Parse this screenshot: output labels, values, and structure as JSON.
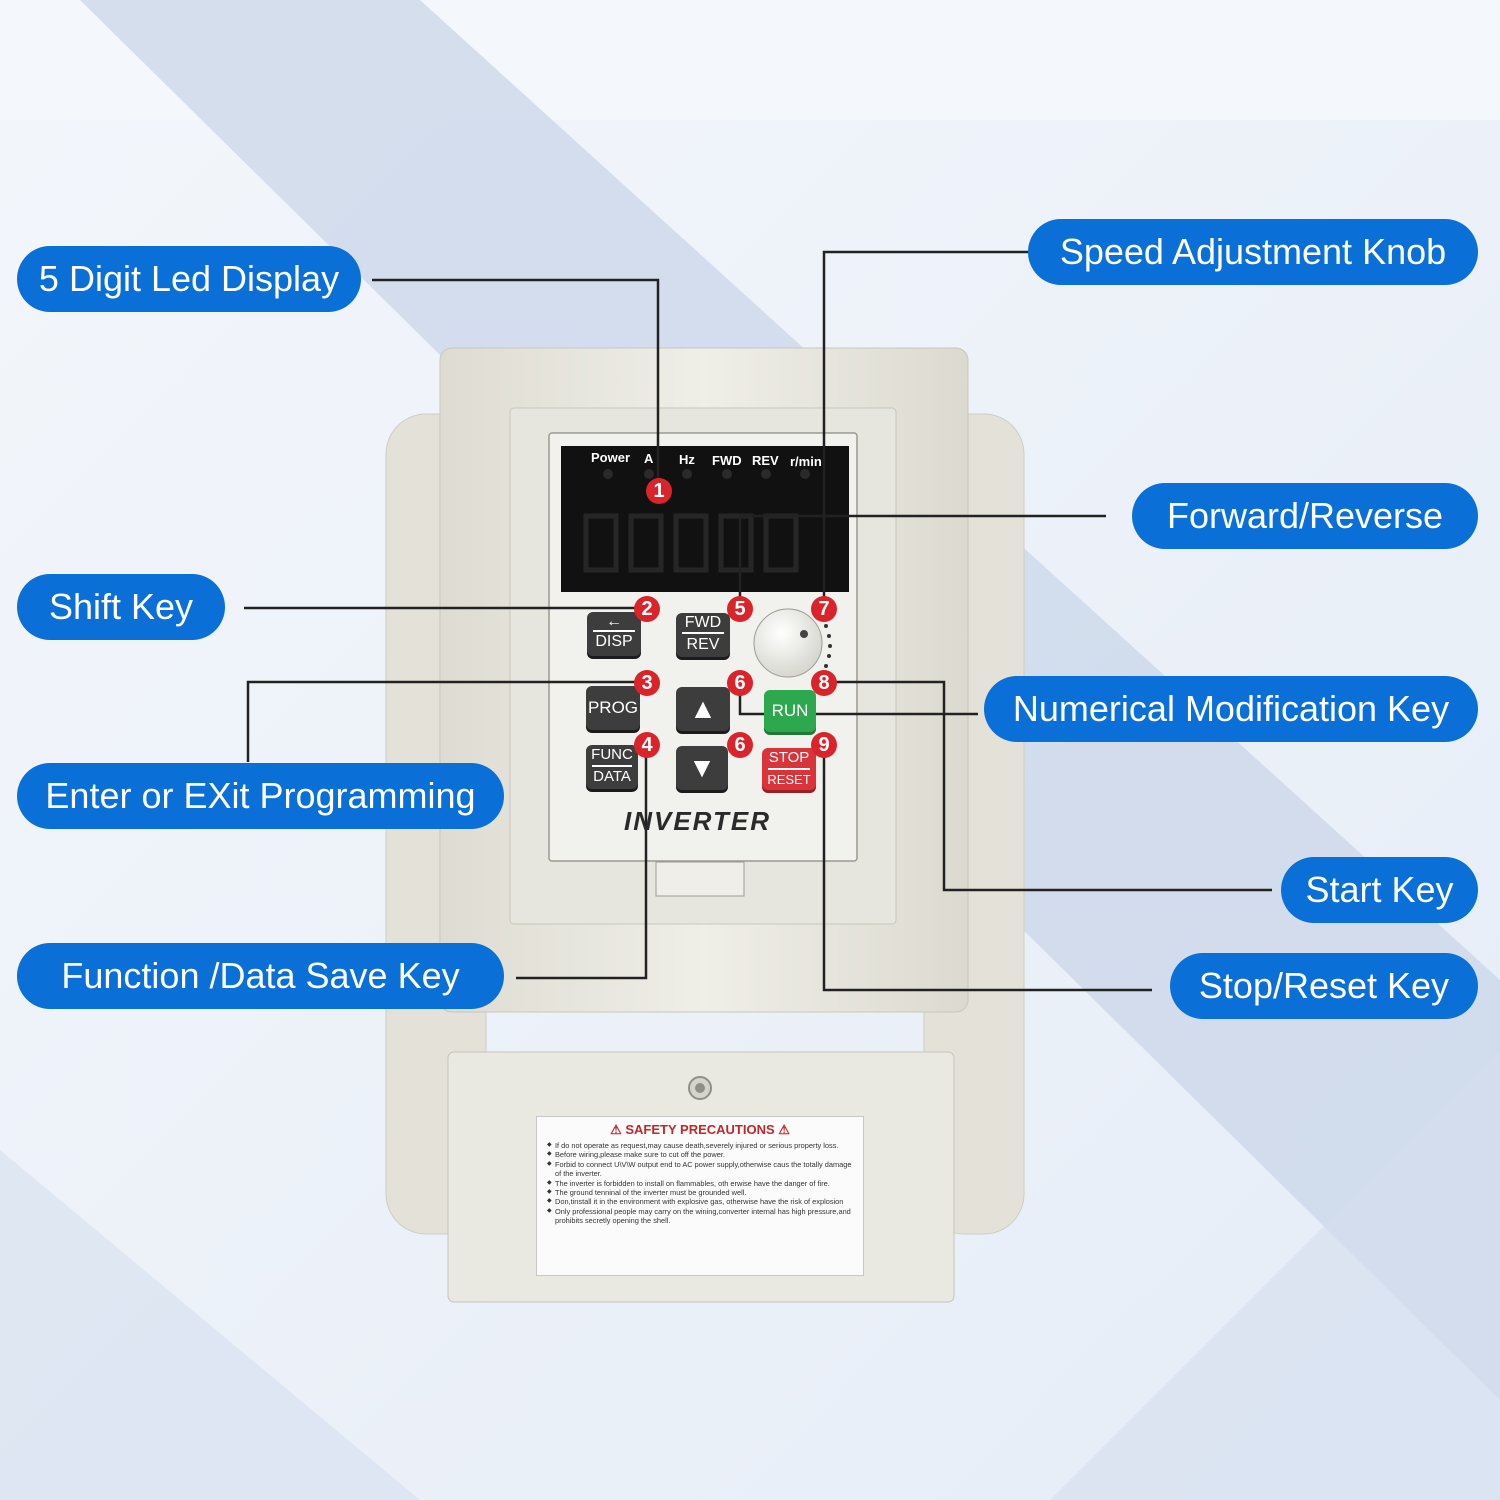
{
  "colors": {
    "callout_bg": "#0a6fd6",
    "badge": "#d8242a",
    "run_key": "#2ea84f",
    "stop_key": "#d9343a",
    "device_body": "#ecebe3"
  },
  "callouts": {
    "led_display": "5 Digit Led Display",
    "speed_knob": "Speed Adjustment Knob",
    "forward_reverse": "Forward/Reverse",
    "shift_key": "Shift Key",
    "numerical_key": "Numerical Modification Key",
    "enter_exit": "Enter or EXit Programming",
    "start_key": "Start Key",
    "function_save": "Function /Data Save Key",
    "stop_reset": "Stop/Reset Key"
  },
  "panel": {
    "indicators": [
      "Power",
      "A",
      "Hz",
      "FWD",
      "REV",
      "r/min"
    ],
    "keys": {
      "disp": "DISP",
      "fwd": "FWD",
      "rev": "REV",
      "prog": "PROG",
      "func": "FUNC",
      "data": "DATA",
      "run": "RUN",
      "stop": "STOP",
      "reset": "RESET",
      "up_icon": "▲",
      "down_icon": "▼",
      "shift_icon": "←"
    },
    "brand": "INVERTER"
  },
  "badges": [
    "1",
    "2",
    "3",
    "4",
    "5",
    "6",
    "6",
    "7",
    "8",
    "9"
  ],
  "safety": {
    "title": "SAFETY PRECAUTIONS",
    "items": [
      "If do not operate as request,may cause death,severely injured or serious property loss.",
      "Before wiring,please make sure to cut off the power.",
      "Forbid to connect U\\V\\W output end to AC power supply,otherwise caus the totally damage of the inverter.",
      "The inverter is forbidden to install on flammables, oth erwise have the danger of fire.",
      "The ground tenninal of the inverter must be grounded well.",
      "Don,tinstall it in the environment with explosive gas, otherwise have the risk of explosion",
      "Only professional people may carry on the wining,converter internal has high pressure,and prohibits secretly opening the shell."
    ]
  }
}
